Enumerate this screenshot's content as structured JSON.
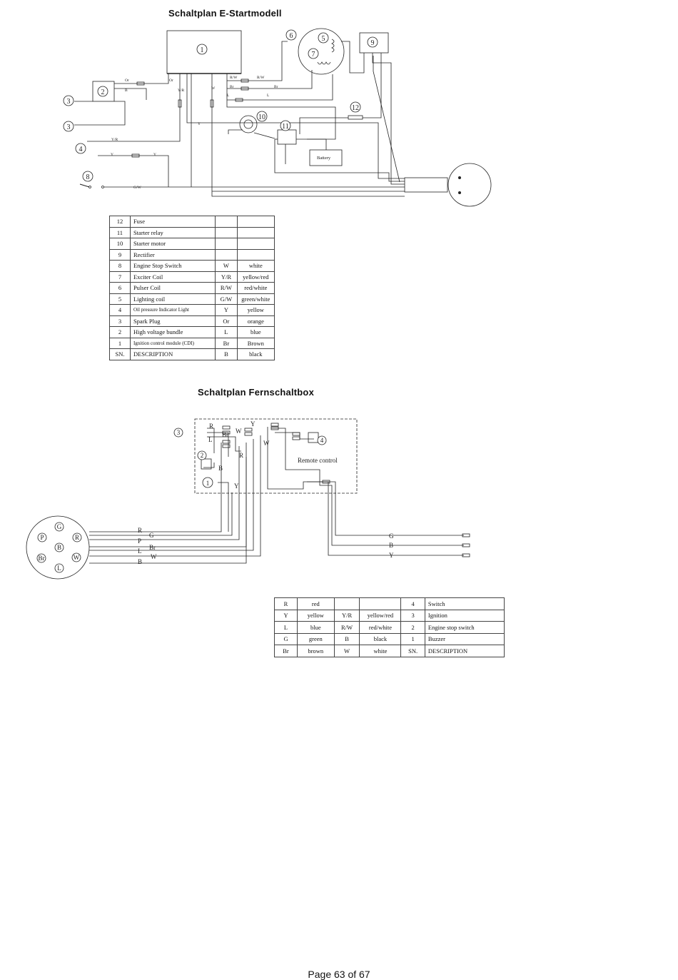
{
  "top": {
    "title": "Schaltplan E-Startmodell",
    "numbers": [
      "1",
      "2",
      "3",
      "3",
      "4",
      "5",
      "6",
      "7",
      "8",
      "9",
      "10",
      "11",
      "12"
    ],
    "wire_labels": {
      "or1": "Or",
      "b1": "B",
      "or2": "Or",
      "yr1": "Y/R",
      "w1": "W",
      "rw1": "R/W",
      "rw2": "R/W",
      "br1": "Br",
      "br2": "Br",
      "l1": "L",
      "l2": "L",
      "y1": "Y",
      "yr2": "Y/R",
      "y2": "Y",
      "y3": "Y",
      "gw": "G/W"
    },
    "battery": "Battery",
    "legend": [
      {
        "sn": "12",
        "desc": "Fuse",
        "code": "",
        "color": ""
      },
      {
        "sn": "11",
        "desc": "Starter relay",
        "code": "",
        "color": ""
      },
      {
        "sn": "10",
        "desc": "Starter motor",
        "code": "",
        "color": ""
      },
      {
        "sn": "9",
        "desc": "Rectifier",
        "code": "",
        "color": ""
      },
      {
        "sn": "8",
        "desc": "Engine Stop Switch",
        "code": "W",
        "color": "white"
      },
      {
        "sn": "7",
        "desc": "Exciter Coil",
        "code": "Y/R",
        "color": "yellow/red"
      },
      {
        "sn": "6",
        "desc": "Pulser Coil",
        "code": "R/W",
        "color": "red/white"
      },
      {
        "sn": "5",
        "desc": "Lighting coil",
        "code": "G/W",
        "color": "green/white"
      },
      {
        "sn": "4",
        "desc": "Oil pressure Indicator Light",
        "code": "Y",
        "color": "yellow"
      },
      {
        "sn": "3",
        "desc": "Spark Plug",
        "code": "Or",
        "color": "orange"
      },
      {
        "sn": "2",
        "desc": "High voltage bundle",
        "code": "L",
        "color": "blue"
      },
      {
        "sn": "1",
        "desc": "Ignition control module (CDI)",
        "code": "Br",
        "color": "Brown"
      },
      {
        "sn": "SN.",
        "desc": "DESCRIPTION",
        "code": "B",
        "color": "black"
      }
    ]
  },
  "bottom": {
    "title": "Schaltplan Fernschaltbox",
    "remote_control": "Remote control",
    "numbers": [
      "1",
      "2",
      "3",
      "4"
    ],
    "box_labels": {
      "r": "R",
      "l": "L",
      "br": "Br",
      "y": "Y",
      "w1": "W",
      "w2": "W",
      "r2": "R",
      "b": "B",
      "y2": "Y"
    },
    "plug_pins": {
      "g": "G",
      "r": "R",
      "p": "P",
      "b": "B",
      "w": "W",
      "br": "Br",
      "l": "L"
    },
    "left_wires": {
      "r": "R",
      "g": "G",
      "p": "P",
      "br": "Br",
      "l": "L",
      "w": "W",
      "b": "B"
    },
    "right_wires": {
      "g": "G",
      "b": "B",
      "y": "Y"
    },
    "legend": [
      {
        "c1": "R",
        "c2": "red",
        "c3": "",
        "c4": "",
        "sn": "4",
        "desc": "Switch"
      },
      {
        "c1": "Y",
        "c2": "yellow",
        "c3": "Y/R",
        "c4": "yellow/red",
        "sn": "3",
        "desc": "Ignition"
      },
      {
        "c1": "L",
        "c2": "blue",
        "c3": "R/W",
        "c4": "red/white",
        "sn": "2",
        "desc": "Engine stop switch"
      },
      {
        "c1": "G",
        "c2": "green",
        "c3": "B",
        "c4": "black",
        "sn": "1",
        "desc": "Buzzer"
      },
      {
        "c1": "Br",
        "c2": "brown",
        "c3": "W",
        "c4": "white",
        "sn": "SN.",
        "desc": "DESCRIPTION"
      }
    ]
  },
  "footer": "Page 63 of 67"
}
